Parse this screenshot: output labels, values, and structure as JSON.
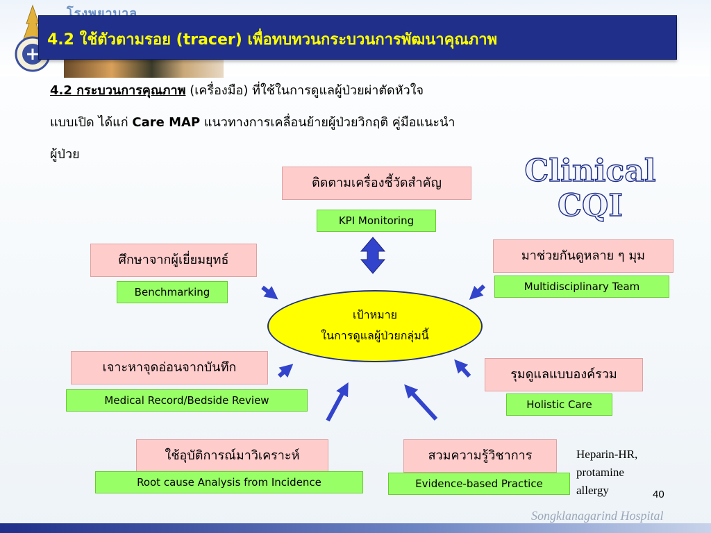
{
  "header": {
    "hospital_banner": "โรงพยาบาล",
    "title": "4.2 ใช้ตัวตามรอย (tracer) เพื่อทบทวนกระบวนการพัฒนาคุณภาพ"
  },
  "intro": {
    "heading": "4.2 กระบวนการคุณภาพ",
    "line1_rest": " (เครื่องมือ) ที่ใช้ในการดูแลผู้ป่วยผ่าตัดหัวใจ",
    "line2_part1": "แบบเปิด ได้แก่ ",
    "line2_bold": "Care MAP",
    "line2_part2": " แนวทางการเคลื่อนย้ายผู้ป่วยวิกฤติ คู่มือแนะนำ",
    "line3": "ผู้ป่วย"
  },
  "watermark": {
    "line1": "Clinical",
    "line2": "CQI"
  },
  "center_goal": {
    "line1": "เป้าหมาย",
    "line2": "ในการดูแลผู้ป่วยกลุ่มนี้"
  },
  "nodes": {
    "kpi_th": "ติดตามเครื่องชี้วัดสำคัญ",
    "kpi_en": "KPI Monitoring",
    "bench_th": "ศึกษาจากผู้เยี่ยมยุทธ์",
    "bench_en": "Benchmarking",
    "multi_th": "มาช่วยกันดูหลาย ๆ มุม",
    "multi_en": "Multidisciplinary Team",
    "record_th": "เจาะหาจุดอ่อนจากบันทึก",
    "record_en": "Medical Record/Bedside Review",
    "holistic_th": "รุมดูแลแบบองค์รวม",
    "holistic_en": "Holistic Care",
    "rca_th": "ใช้อุบัติการณ์มาวิเคราะห์",
    "rca_en": "Root cause Analysis from Incidence",
    "ebp_th": "สวมความรู้วิชาการ",
    "ebp_en": "Evidence-based Practice"
  },
  "side_note": {
    "line1": "Heparin-HR,",
    "line2": "protamine",
    "line3": "allergy"
  },
  "page_number": "40",
  "footer": "Songklanagarind Hospital",
  "colors": {
    "title_bg": "#1f2f8a",
    "title_text": "#ffff00",
    "pink_box": "#ffcccc",
    "green_box": "#99ff66",
    "goal_ellipse": "#ffff00",
    "arrow": "#3344cc"
  }
}
